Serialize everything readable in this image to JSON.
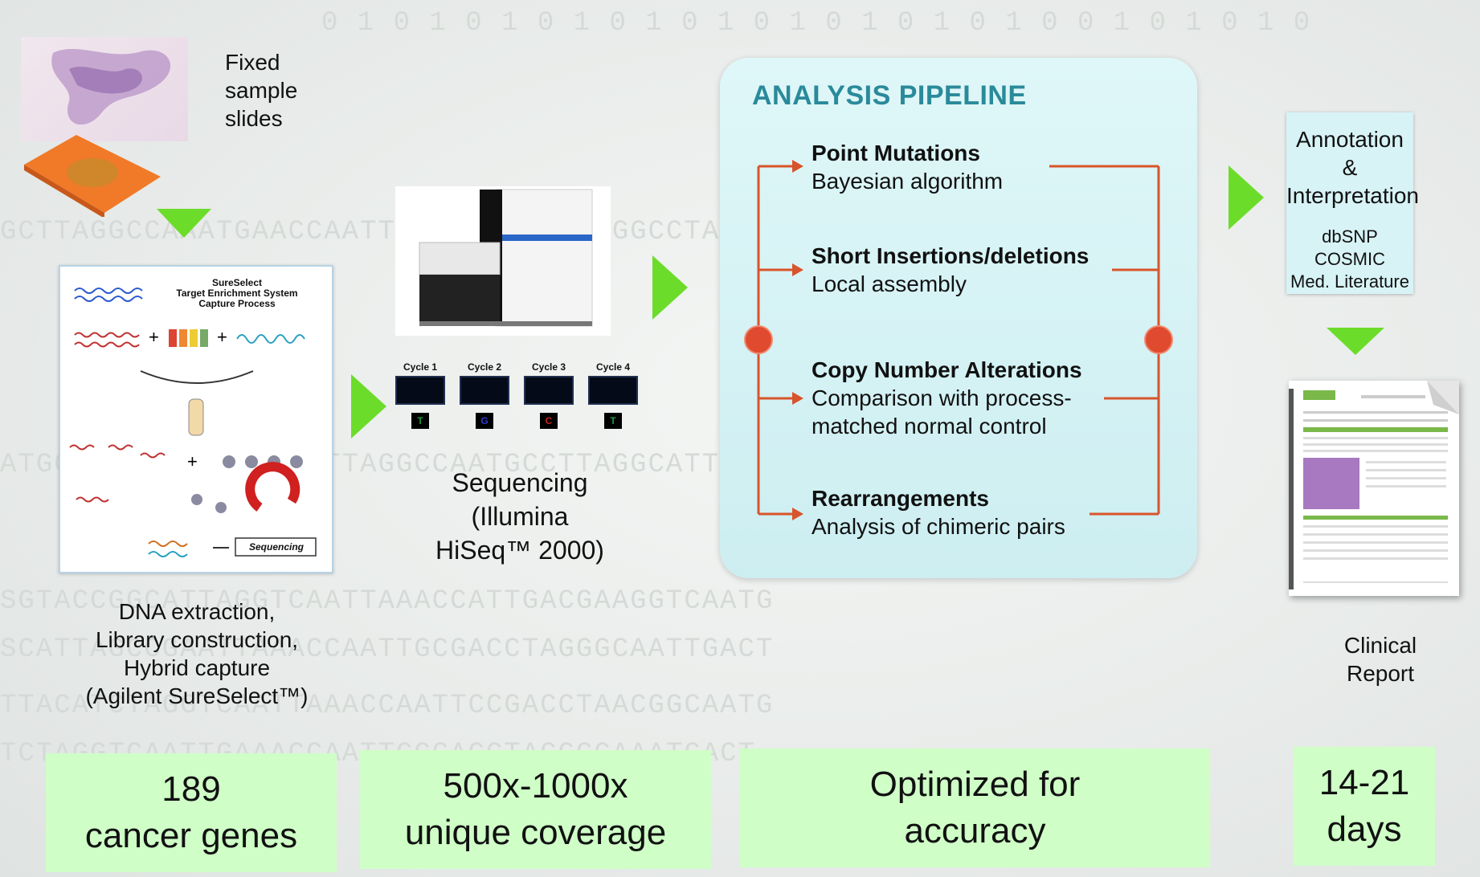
{
  "sample": {
    "label": "Fixed\nsample\nslides"
  },
  "library": {
    "figure_title": "SureSelect\nTarget Enrichment System\nCapture Process",
    "sequencing_tag": "Sequencing",
    "caption": "DNA extraction,\nLibrary construction,\nHybrid capture\n(Agilent SureSelect™)"
  },
  "sequencing": {
    "cycles": [
      {
        "label": "Cycle 1",
        "base": "T",
        "color": "#1a9a3a"
      },
      {
        "label": "Cycle 2",
        "base": "G",
        "color": "#2a3ad0"
      },
      {
        "label": "Cycle 3",
        "base": "C",
        "color": "#c8201a"
      },
      {
        "label": "Cycle 4",
        "base": "T",
        "color": "#1a9a3a"
      }
    ],
    "caption": "Sequencing\n(Illumina\nHiSeq™ 2000)"
  },
  "pipeline": {
    "title": "ANALYSIS PIPELINE",
    "items": [
      {
        "head": "Point Mutations",
        "sub": "Bayesian algorithm"
      },
      {
        "head": "Short Insertions/deletions",
        "sub": "Local assembly"
      },
      {
        "head": "Copy Number Alterations",
        "sub": "Comparison with process-\nmatched normal control"
      },
      {
        "head": "Rearrangements",
        "sub": "Analysis of chimeric pairs"
      }
    ]
  },
  "annotation": {
    "title": "Annotation &\nInterpretation",
    "databases": [
      "dbSNP",
      "COSMIC",
      "Med. Literature"
    ]
  },
  "report": {
    "caption": "Clinical\nReport"
  },
  "metrics": [
    {
      "text": "189\ncancer genes"
    },
    {
      "text": "500x-1000x\nunique coverage"
    },
    {
      "text": "Optimized for\naccuracy"
    },
    {
      "text": "14-21\ndays"
    }
  ],
  "colors": {
    "accent_green": "#6cdc2a",
    "metric_bg": "#cfffc7",
    "pipeline_title": "#2a8a9a",
    "connector": "#d8542a"
  }
}
